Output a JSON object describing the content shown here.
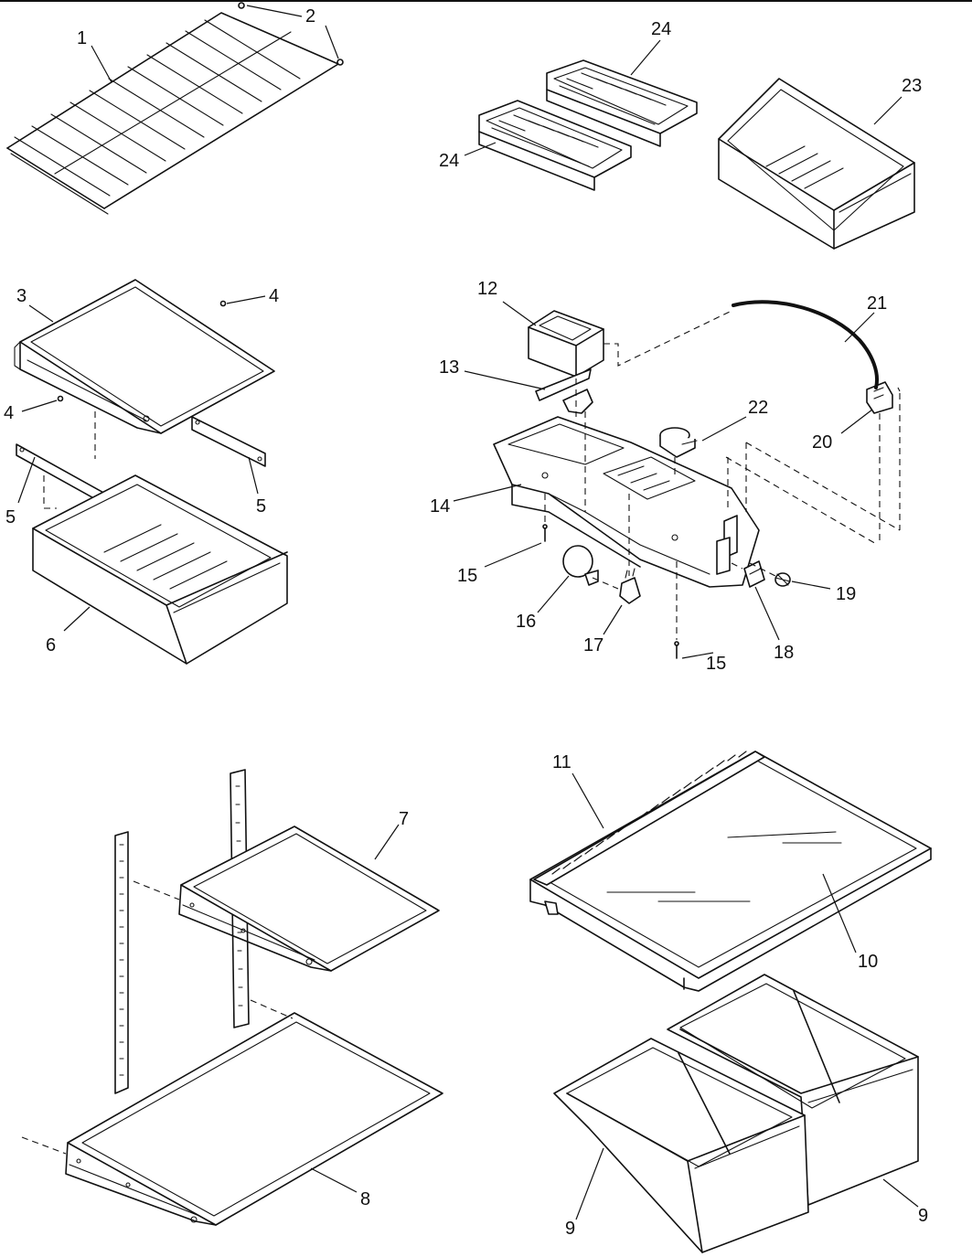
{
  "callouts": {
    "c1": "1",
    "c2": "2",
    "c3": "3",
    "c4a": "4",
    "c4b": "4",
    "c5a": "5",
    "c5b": "5",
    "c6": "6",
    "c7": "7",
    "c8": "8",
    "c9a": "9",
    "c9b": "9",
    "c10": "10",
    "c11": "11",
    "c12": "12",
    "c13": "13",
    "c14": "14",
    "c15a": "15",
    "c15b": "15",
    "c16": "16",
    "c17": "17",
    "c18": "18",
    "c19": "19",
    "c20": "20",
    "c21": "21",
    "c22": "22",
    "c23": "23",
    "c24a": "24",
    "c24b": "24"
  }
}
